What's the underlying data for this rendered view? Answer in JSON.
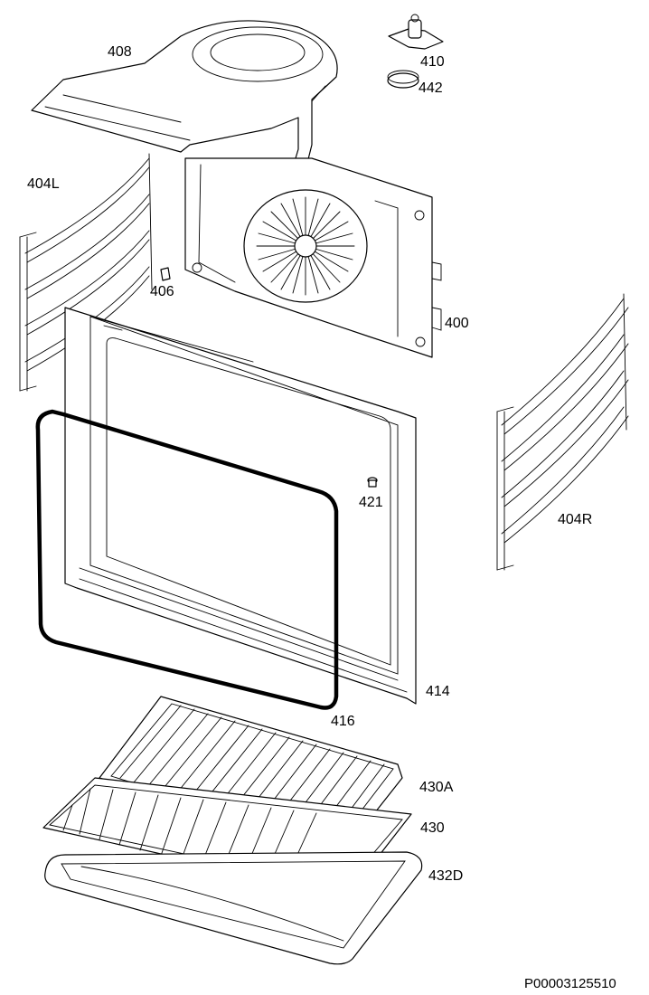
{
  "labels": {
    "p408": "408",
    "p410": "410",
    "p442": "442",
    "p404L": "404L",
    "p406": "406",
    "p400": "400",
    "p421": "421",
    "p404R": "404R",
    "p414": "414",
    "p416": "416",
    "p430A": "430A",
    "p430": "430",
    "p432D": "432D"
  },
  "drawing_code": "P00003125510",
  "colors": {
    "line": "#000000",
    "background": "#ffffff"
  }
}
